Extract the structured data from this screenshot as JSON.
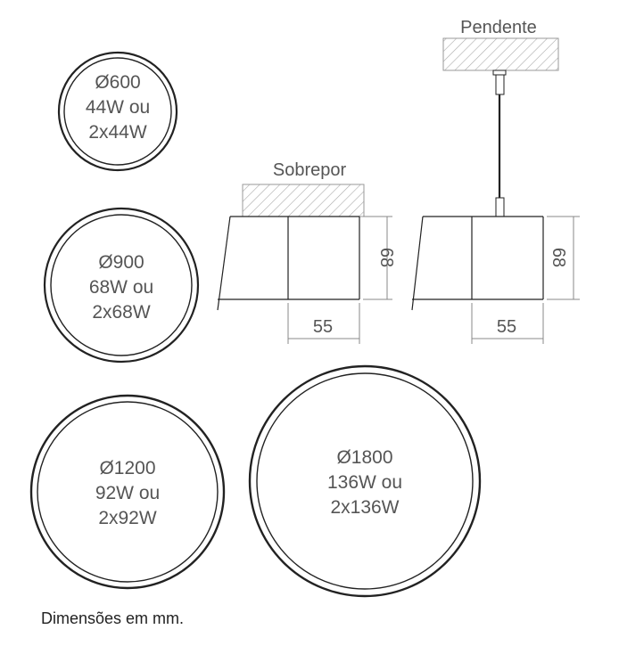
{
  "luminaires": [
    {
      "diameter": "Ø600",
      "power": "44W ou",
      "power_alt": "2x44W"
    },
    {
      "diameter": "Ø900",
      "power": "68W ou",
      "power_alt": "2x68W"
    },
    {
      "diameter": "Ø1200",
      "power": "92W ou",
      "power_alt": "2x92W"
    },
    {
      "diameter": "Ø1800",
      "power": "136W ou",
      "power_alt": "2x136W"
    }
  ],
  "mounting": {
    "surface": {
      "label": "Sobrepor",
      "height": "68",
      "width": "55"
    },
    "pendant": {
      "label": "Pendente",
      "height": "68",
      "width": "55"
    }
  },
  "note": "Dimensões em mm.",
  "colors": {
    "line": "#222222",
    "text": "#555555",
    "dimension": "#888888",
    "hatch": "#aaaaaa"
  }
}
